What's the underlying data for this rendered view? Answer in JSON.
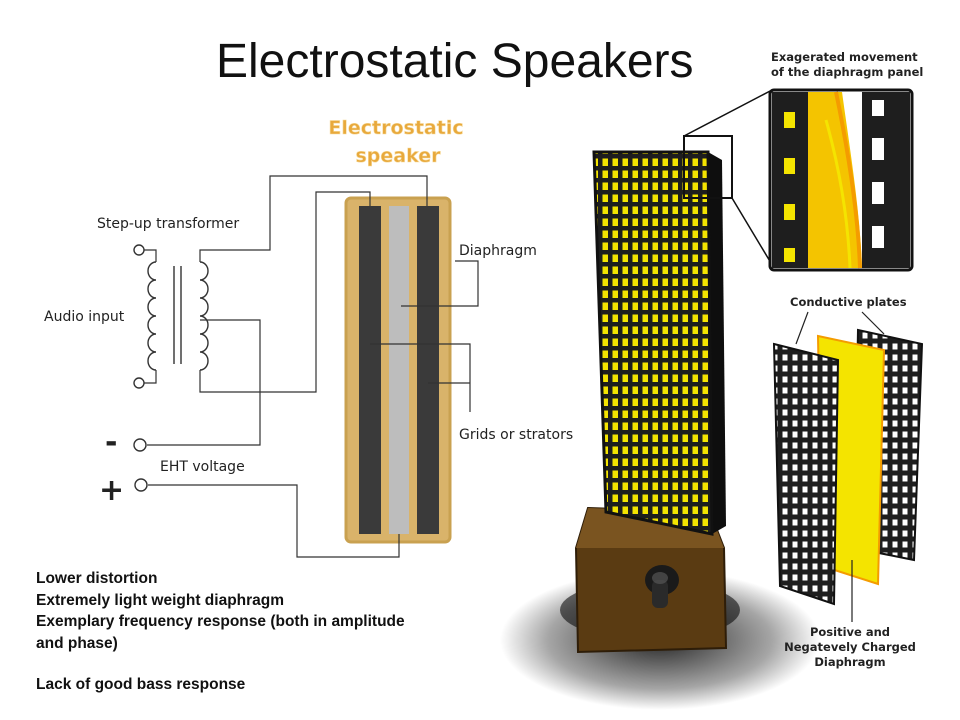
{
  "slide": {
    "title": "Electrostatic Speakers",
    "bullets": [
      "Lower distortion",
      "Extremely light weight diaphragm",
      "Exemplary frequency response (both in amplitude and phase)"
    ],
    "note": "Lack of good bass response"
  },
  "schematic": {
    "heading_line1": "Electrostatic",
    "heading_line2": "speaker",
    "transformer_label": "Step-up transformer",
    "audio_label": "Audio input",
    "diaphragm_label": "Diaphragm",
    "grids_label": "Grids or strators",
    "eht_label": "EHT voltage",
    "minus_sign": "-",
    "plus_sign": "+"
  },
  "illustration": {
    "zoom_label_line1": "Exagerated movement",
    "zoom_label_line2": "of the diaphragm panel",
    "plates_label": "Conductive plates",
    "charged_line1": "Positive and",
    "charged_line2": "Negatevely Charged",
    "charged_line3": "Diaphragm"
  },
  "colors": {
    "panel_yellow": "#f4e400",
    "frame_black": "#1e1e1e",
    "speaker_case": "#d9b36a",
    "grid_dark": "#3a3a3a",
    "diaphragm_gray": "#bdbdbd",
    "base_brown": "#5a3b12",
    "heading_orange": "#e8a93c"
  }
}
